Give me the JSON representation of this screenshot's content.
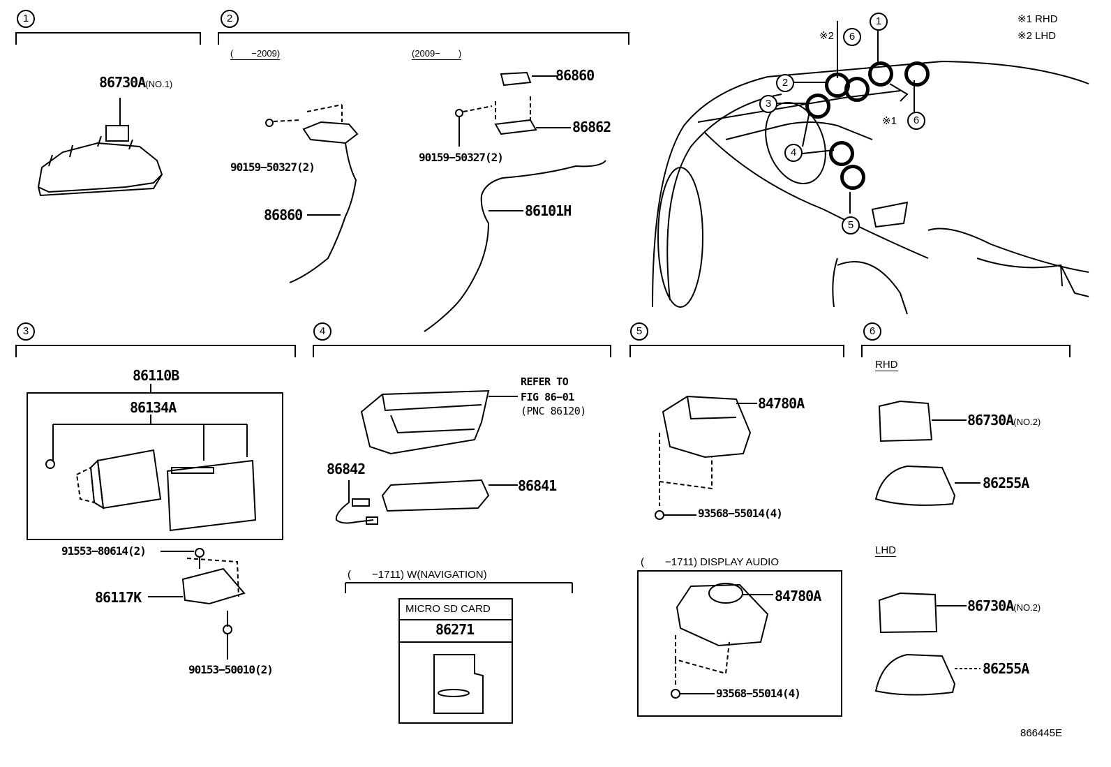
{
  "legend": {
    "rhd": "※1 RHD",
    "lhd": "※2 LHD"
  },
  "sections": {
    "s1": {
      "num": "1"
    },
    "s2": {
      "num": "2",
      "early": "(　　−2009)",
      "late": "(2009−　　)"
    },
    "s3": {
      "num": "3"
    },
    "s4": {
      "num": "4"
    },
    "s5": {
      "num": "5"
    },
    "s6": {
      "num": "6"
    }
  },
  "parts": {
    "p86730A_no1": "86730A",
    "no1": "(NO.1)",
    "p86860a": "86860",
    "p90159a": "90159−50327(2)",
    "p86860b": "86860",
    "p90159b": "90159−50327(2)",
    "p86862": "86862",
    "p86101H": "86101H",
    "p86110B": "86110B",
    "p86134A": "86134A",
    "p91553": "91553−80614(2)",
    "p86117K": "86117K",
    "p90153": "90153−50010(2)",
    "refer1": "REFER TO",
    "refer2": "FIG 86−01",
    "refer3": "(PNC 86120)",
    "p86842": "86842",
    "p86841": "86841",
    "nav_note": "(　　−1711) W(NAVIGATION)",
    "sd_label": "MICRO SD CARD",
    "p86271": "86271",
    "p84780A_a": "84780A",
    "p93568_a": "93568−55014(4)",
    "da_note": "(　　−1711) DISPLAY AUDIO",
    "p84780A_b": "84780A",
    "p93568_b": "93568−55014(4)",
    "rhd_head": "RHD",
    "p86730A_no2a": "86730A",
    "no2a": "(NO.2)",
    "p86255A_a": "86255A",
    "lhd_head": "LHD",
    "p86730A_no2b": "86730A",
    "no2b": "(NO.2)",
    "p86255A_b": "86255A"
  },
  "callouts": {
    "c1": "1",
    "c2": "2",
    "c3": "3",
    "c4": "4",
    "c5": "5",
    "c6a": "6",
    "c6b": "6",
    "m2": "※2",
    "m1": "※1"
  },
  "figure_id": "866445E"
}
